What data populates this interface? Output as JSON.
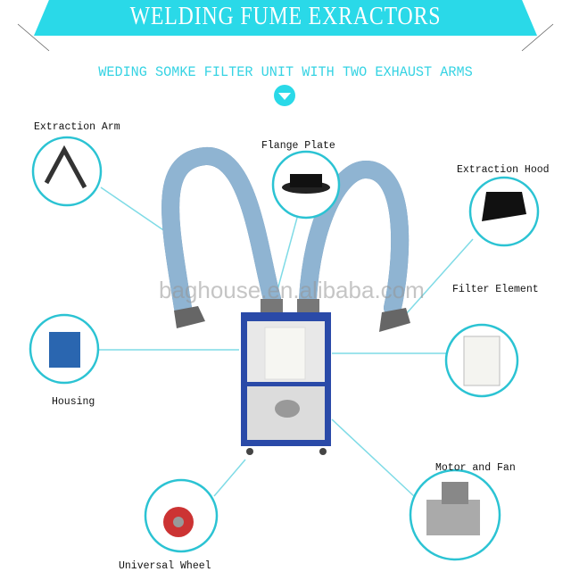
{
  "header": {
    "title": "WELDING FUME EXRACTORS",
    "subtitle": "WEDING SOMKE FILTER UNIT WITH TWO EXHAUST ARMS",
    "accent": "#2ad9e8"
  },
  "watermark": "baghouse.en.alibaba.com",
  "parts": {
    "extraction_arm": "Extraction Arm",
    "flange_plate": "Flange Plate",
    "extraction_hood": "Extraction Hood",
    "filter_element": "Filter Element",
    "housing": "Housing",
    "motor_and_fan": "Motor and Fan",
    "universal_wheel": "Universal Wheel"
  }
}
